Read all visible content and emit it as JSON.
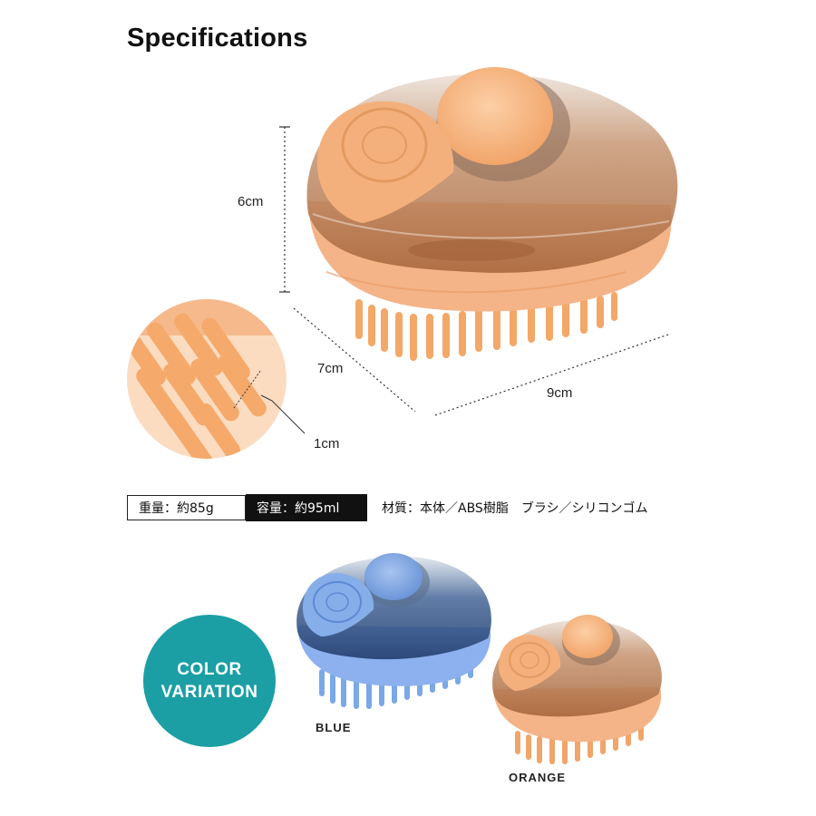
{
  "title": "Specifications",
  "dimensions": {
    "height": "6cm",
    "depth": "7cm",
    "width": "9cm",
    "bristle": "1cm"
  },
  "specs": {
    "weight": "重量：約85g",
    "capacity": "容量：約95ml",
    "material": "材質：本体／ABS樹脂　ブラシ／シリコンゴム"
  },
  "color_variation": {
    "badge_line1": "COLOR",
    "badge_line2": "VARIATION",
    "badge_color": "#1b9fa5",
    "items": [
      {
        "label": "BLUE",
        "color": "#7aa4e6"
      },
      {
        "label": "ORANGE",
        "color": "#f6b785"
      }
    ]
  }
}
